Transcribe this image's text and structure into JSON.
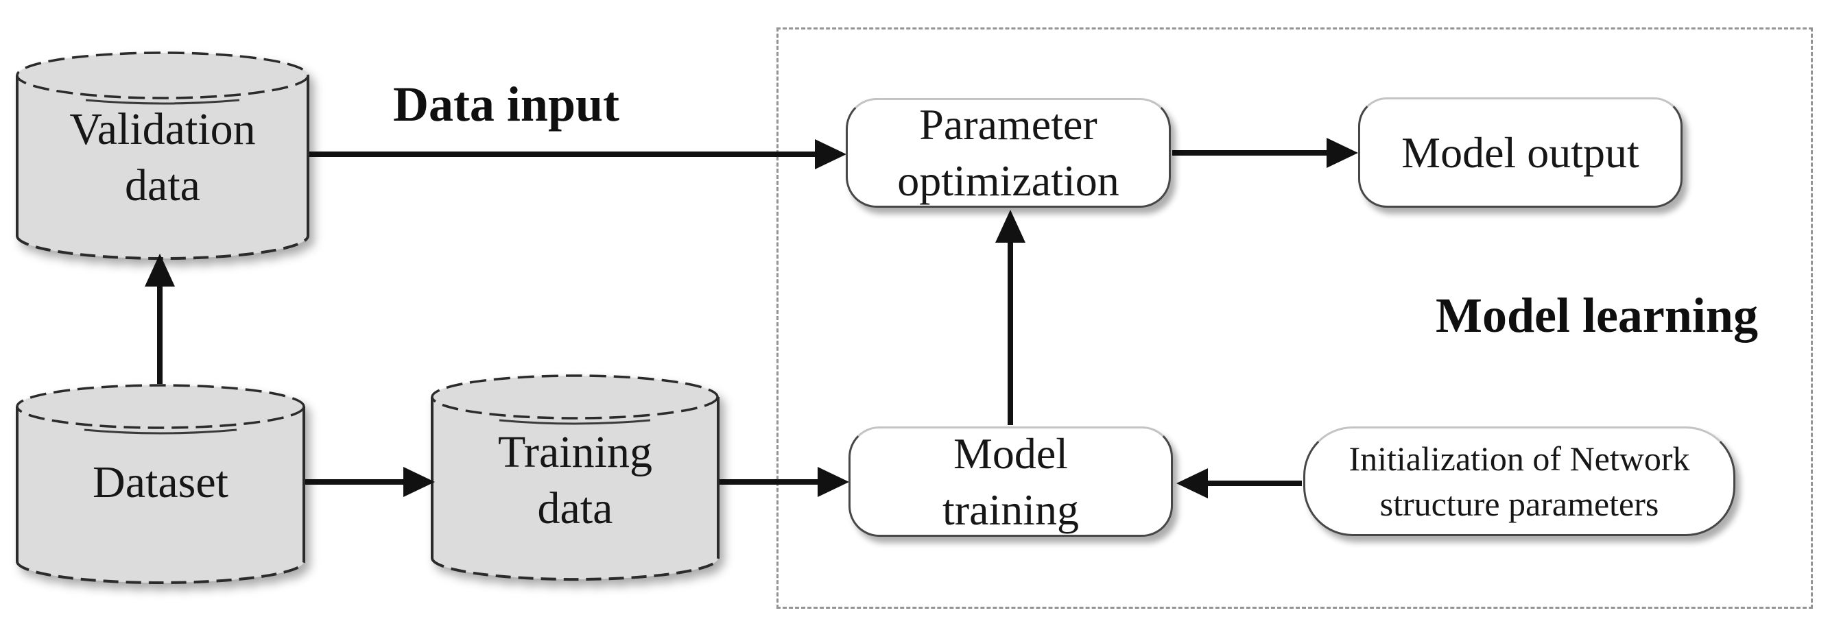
{
  "diagram": {
    "annotations": {
      "data_input": "Data input",
      "model_learning": "Model learning"
    },
    "cylinders": [
      {
        "id": "validation-data",
        "label": "Validation\ndata"
      },
      {
        "id": "dataset",
        "label": "Dataset"
      },
      {
        "id": "training-data",
        "label": "Training\ndata"
      }
    ],
    "process_boxes": [
      {
        "id": "parameter-optimization",
        "label": "Parameter\noptimization"
      },
      {
        "id": "model-output",
        "label": "Model output"
      },
      {
        "id": "model-training",
        "label": "Model\ntraining"
      },
      {
        "id": "init-network",
        "label": "Initialization of Network\nstructure parameters"
      }
    ],
    "edges": [
      {
        "from": "dataset",
        "to": "validation-data"
      },
      {
        "from": "dataset",
        "to": "training-data"
      },
      {
        "from": "validation-data",
        "to": "parameter-optimization",
        "label": "Data input"
      },
      {
        "from": "training-data",
        "to": "model-training"
      },
      {
        "from": "model-training",
        "to": "parameter-optimization"
      },
      {
        "from": "parameter-optimization",
        "to": "model-output"
      },
      {
        "from": "init-network",
        "to": "model-training"
      }
    ],
    "colors": {
      "cylinder_fill": "#dcdcdc",
      "outline": "#2b2b2b",
      "box_fill": "#ffffff",
      "dashed_border": "#949494",
      "arrow": "#111111",
      "text": "#161616"
    }
  }
}
